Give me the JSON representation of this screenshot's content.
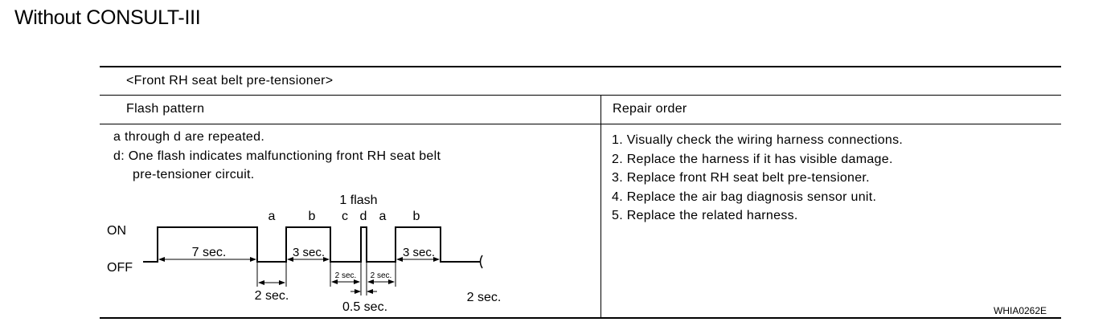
{
  "page": {
    "title": "Without CONSULT-III"
  },
  "table": {
    "section_title": "<Front RH seat belt pre-tensioner>",
    "headers": {
      "flash_pattern": "Flash pattern",
      "repair_order": "Repair order"
    },
    "flash_description": [
      "a through d are repeated.",
      "d: One flash indicates malfunctioning front RH seat belt",
      "pre-tensioner circuit."
    ],
    "repair_steps": [
      "1. Visually check the wiring harness connections.",
      "2. Replace the harness if it has visible damage.",
      "3. Replace front RH seat belt pre-tensioner.",
      "4. Replace the air bag diagnosis sensor unit.",
      "5. Replace the related harness."
    ]
  },
  "diagram": {
    "state_on": "ON",
    "state_off": "OFF",
    "one_flash": "1 flash",
    "segment_letters": [
      "a",
      "b",
      "c",
      "d",
      "a",
      "b"
    ],
    "labels": {
      "seven_sec": "7 sec.",
      "three_sec_1": "3 sec.",
      "three_sec_2": "3 sec.",
      "two_sec_small_1": "2 sec.",
      "two_sec_small_2": "2 sec.",
      "two_sec_a": "2 sec.",
      "half_sec": "0.5 sec.",
      "two_sec_b": "2 sec."
    }
  },
  "figure_id": "WHIA0262E"
}
